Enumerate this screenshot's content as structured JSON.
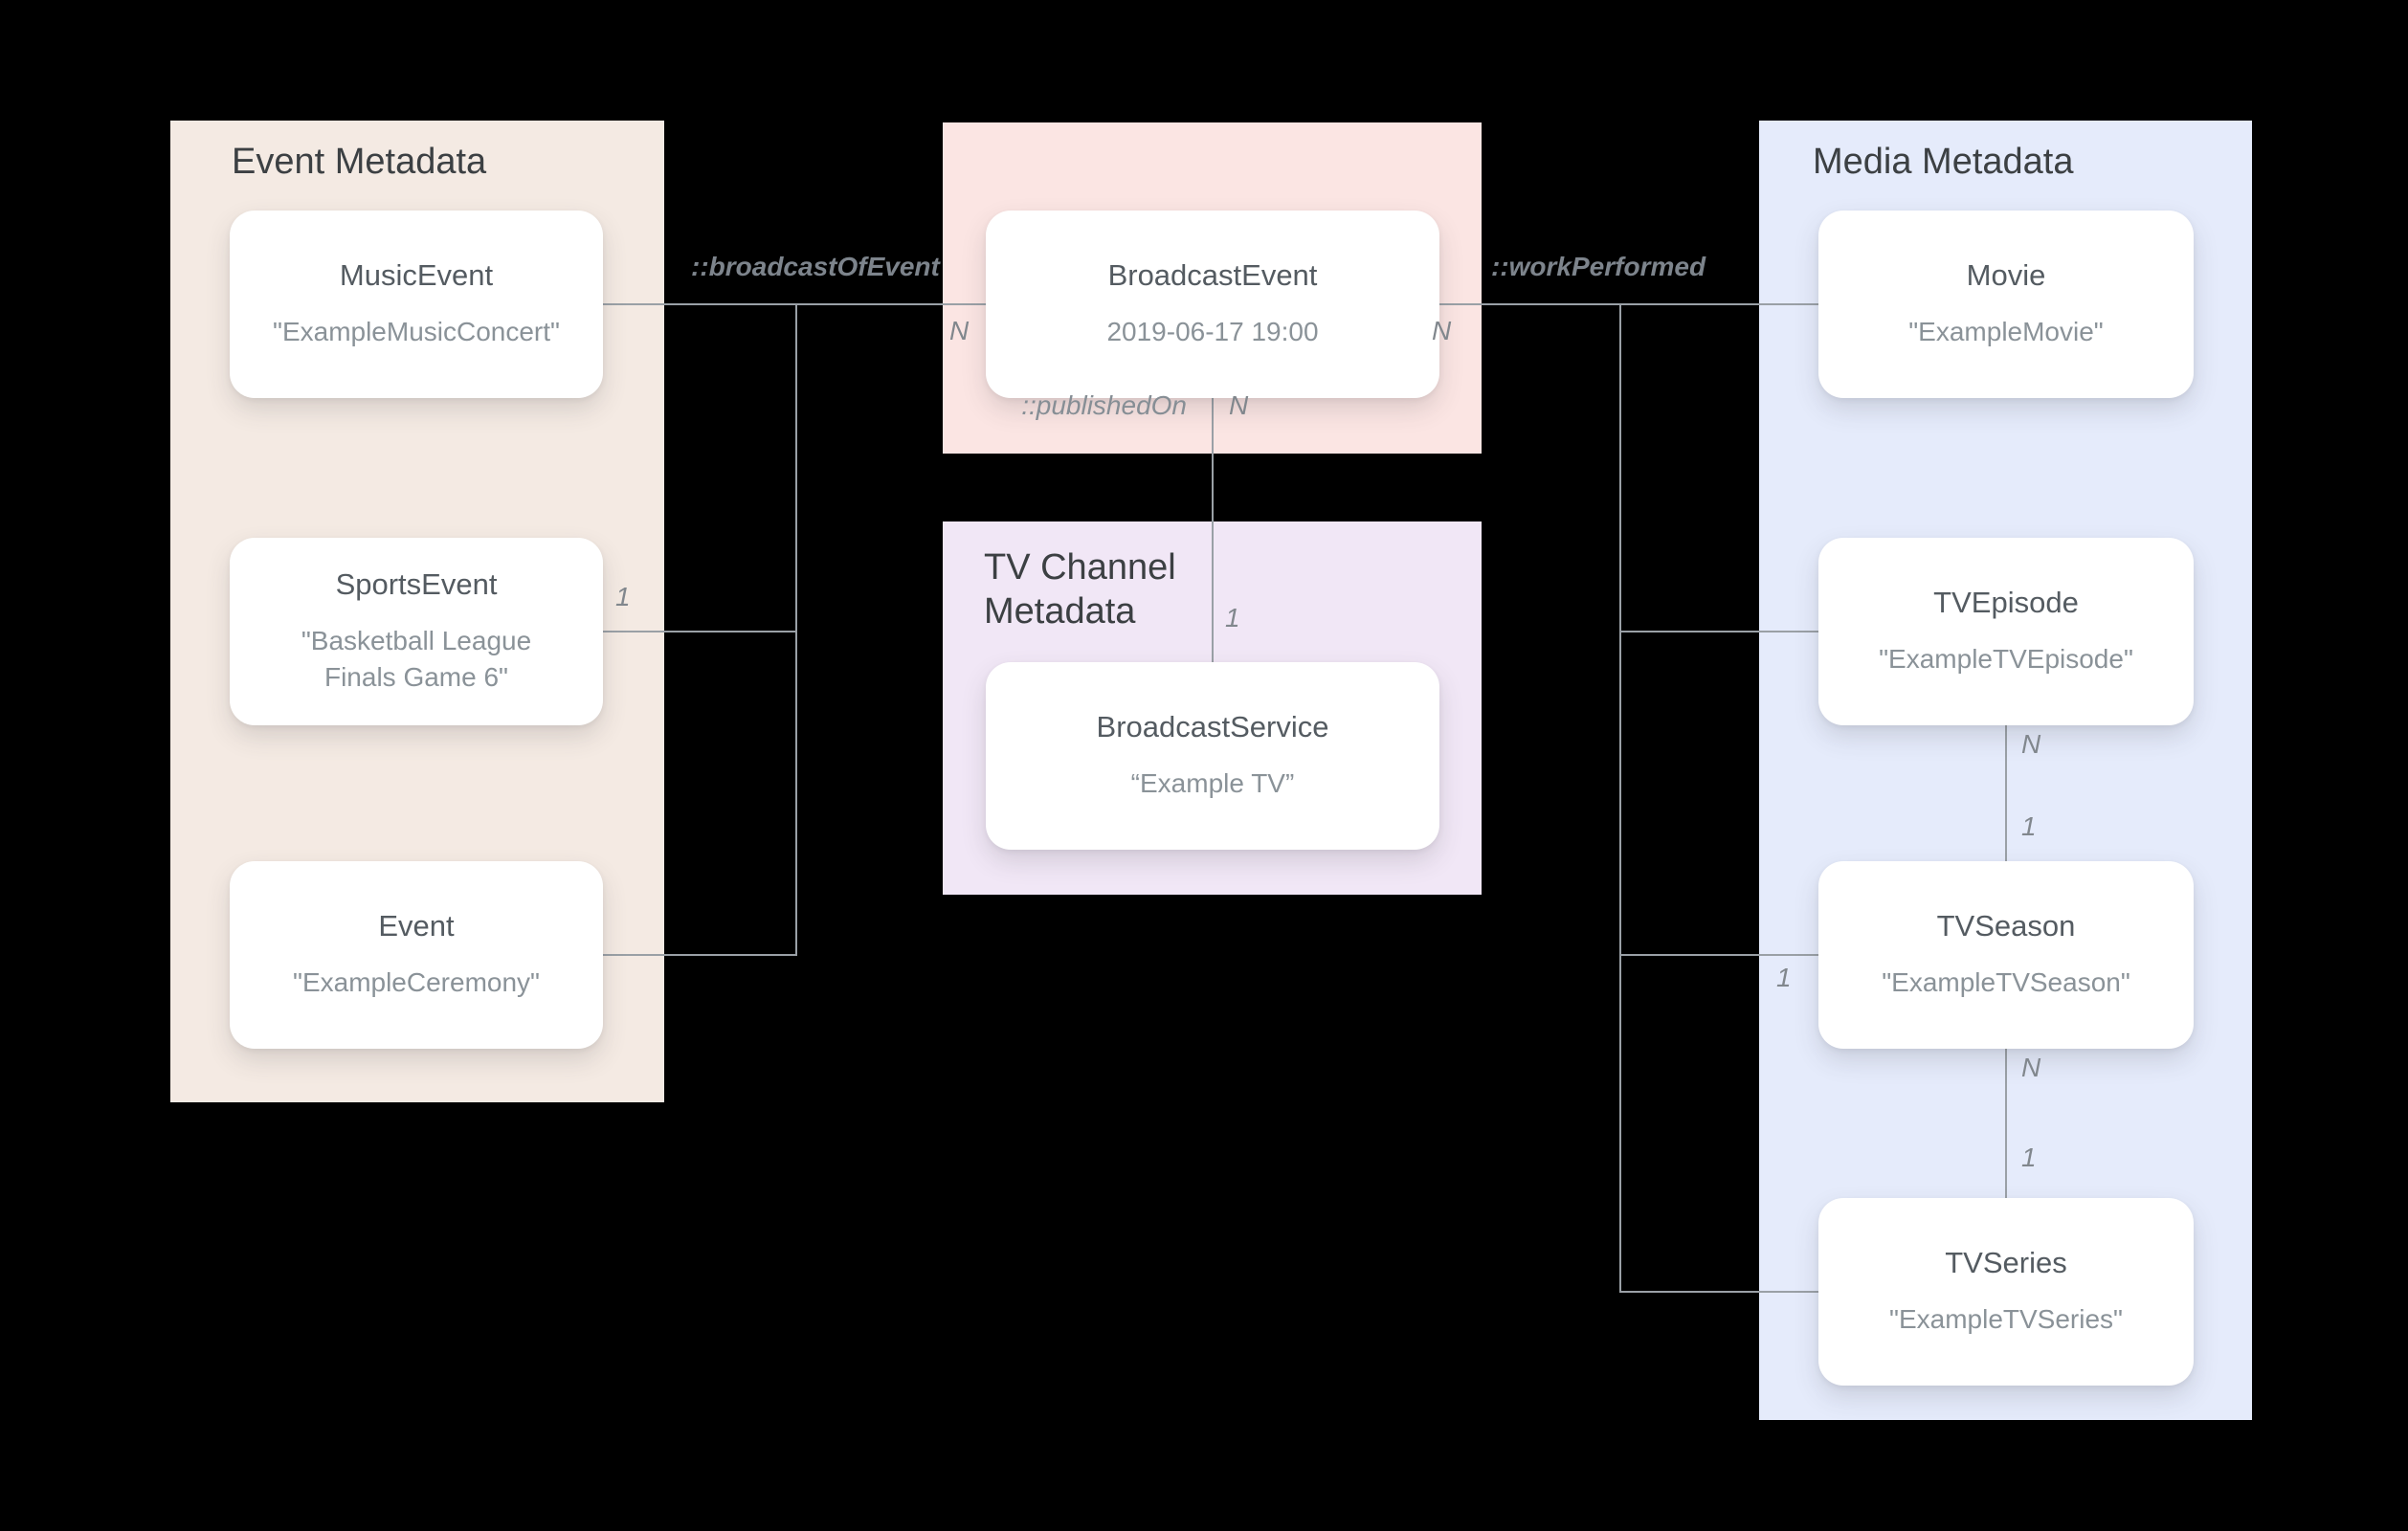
{
  "panels": {
    "event": {
      "title": "Event Metadata",
      "bg": "#f4eae3"
    },
    "broadcast": {
      "bg": "#fbe5e3"
    },
    "tv_channel": {
      "title": "TV Channel Metadata",
      "bg": "#f1e7f6"
    },
    "media": {
      "title": "Media Metadata",
      "bg": "#e5ebfb"
    }
  },
  "nodes": {
    "music_event": {
      "title": "MusicEvent",
      "value": "\"ExampleMusicConcert\""
    },
    "sports_event": {
      "title": "SportsEvent",
      "value": "\"Basketball League Finals Game 6\""
    },
    "event": {
      "title": "Event",
      "value": "\"ExampleCeremony\""
    },
    "broadcast_event": {
      "title": "BroadcastEvent",
      "value": "2019-06-17 19:00"
    },
    "broadcast_service": {
      "title": "BroadcastService",
      "value": "“Example TV”"
    },
    "movie": {
      "title": "Movie",
      "value": "\"ExampleMovie\""
    },
    "tv_episode": {
      "title": "TVEpisode",
      "value": "\"ExampleTVEpisode\""
    },
    "tv_season": {
      "title": "TVSeason",
      "value": "\"ExampleTVSeason\""
    },
    "tv_series": {
      "title": "TVSeries",
      "value": "\"ExampleTVSeries\""
    }
  },
  "relations": {
    "broadcast_of_event": "::broadcastOfEvent",
    "work_performed": "::workPerformed",
    "published_on": "::publishedOn"
  },
  "cardinalities": {
    "broadcast_of_event_n": "N",
    "work_performed_n": "N",
    "published_on_n": "N",
    "published_on_1": "1",
    "sports_event_1": "1",
    "tv_season_1": "1",
    "episode_to_season_n": "N",
    "episode_to_season_1": "1",
    "season_to_series_n": "N",
    "season_to_series_1": "1"
  },
  "colors": {
    "background": "#000000",
    "event_panel": "#f4eae3",
    "broadcast_panel": "#fbe5e3",
    "tv_channel_panel": "#f1e7f6",
    "media_panel": "#e5ebfb",
    "node_bg": "#ffffff",
    "connector_line": "#9aa0a6",
    "panel_title_text": "#3c4043",
    "node_title_text": "#545b61",
    "node_value_text": "#8a9298",
    "label_text": "#7d848c"
  }
}
